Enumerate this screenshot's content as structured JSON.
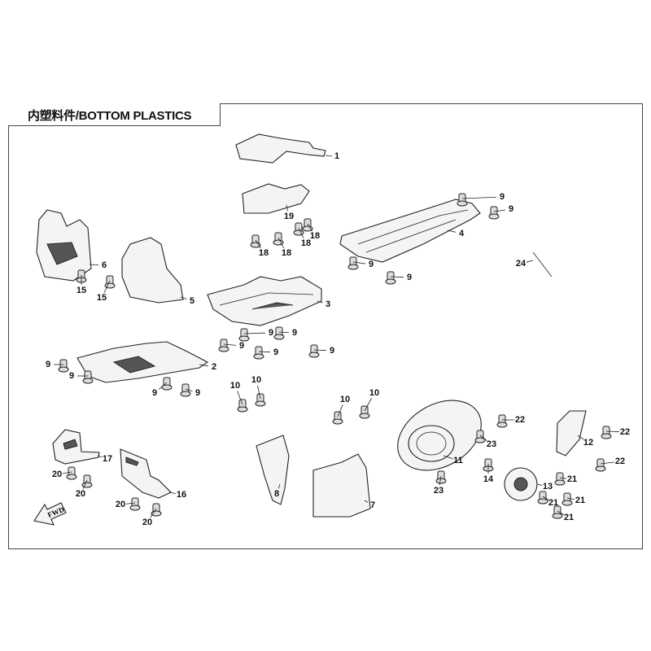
{
  "title": "内塑料件/BOTTOM PLASTICS",
  "fwd_label": "FWD",
  "callouts": [
    "1",
    "9",
    "9",
    "19",
    "18",
    "18",
    "18",
    "18",
    "6",
    "15",
    "15",
    "4",
    "24",
    "9",
    "9",
    "5",
    "3",
    "9",
    "9",
    "9",
    "9",
    "9",
    "9",
    "9",
    "2",
    "9",
    "9",
    "10",
    "10",
    "10",
    "10",
    "22",
    "22",
    "22",
    "12",
    "23",
    "11",
    "14",
    "23",
    "13",
    "21",
    "21",
    "21",
    "21",
    "17",
    "20",
    "20",
    "16",
    "20",
    "20",
    "8",
    "7"
  ]
}
